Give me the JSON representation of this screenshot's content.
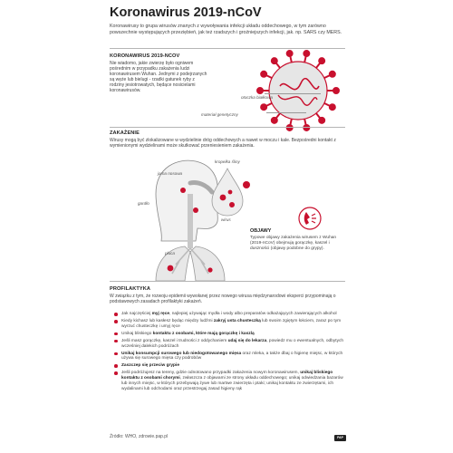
{
  "title": "Koronawirus 2019-nCoV",
  "intro": "Koronawirusy to grupa wirusów znanych z wywoływania infekcji układu oddechowego, w tym zarówno powszechnie występujących przeziębień, jak też rzadszych i groźniejszych infekcji, jak. np. SARS czy MERS.",
  "virus_section": {
    "heading": "KORONAWIRUS 2019-NCOV",
    "body": "Nie wiadomo, jakie zwierzę było ogniwem pośrednim w przypadku zakażenia ludzi koronawirusem Wuhan. Jednymi z podejrzanych są węże lub bielugi - rzadki gatunek ryby z rodziny jesiotrowatych, będące nosicielami koronawirusów.",
    "label_envelope": "otoczka białkowa",
    "label_genetic": "materiał genetyczny"
  },
  "infection_section": {
    "heading": "ZAKAŻENIE",
    "body": "Wirusy mogą być zlokalizowane w wydzielinie dróg oddechowych a nawet w moczu i kale. Bezpośredni kontakt z wymienionymi wydzielinami może skutkować przeniesieniem zakażenia.",
    "label_droplet": "kropelka śliny",
    "label_nasal": "jama nosowa",
    "label_throat": "gardło",
    "label_virus": "wirus",
    "label_lungs": "płuca"
  },
  "symptoms": {
    "heading": "OBJAWY",
    "body": "Typowe objawy zakażenia wirusem z Wuhan (2019-nCoV) obejmują gorączkę, kaszel i duszności (objawy podobne do grypy)."
  },
  "prevention": {
    "heading": "PROFILAKTYKA",
    "intro": "W związku z tym, że rozwoju epidemii wywołanej przez nowego wirusa międzynarodowi eksperci przypominają o podstawowych zasadach profilaktyki zakażeń.",
    "items": [
      {
        "pre": "Jak najczęściej ",
        "bold": "myj ręce",
        "post": ", najlepiej używając mydła i wody albo preparatów odkażających zawierających alkohol"
      },
      {
        "pre": "Kiedy kichasz lub kasłesz będąc między ludźmi ",
        "bold": "zakryj usta chusteczką",
        "post": " lub swoim zgiętym łokciem, zaraz po tym wyrzuć chusteczkę i umyj ręce"
      },
      {
        "pre": "Unikaj bliskiego ",
        "bold": "kontaktu z osobami, które mają gorączkę i kaszlą",
        "post": ""
      },
      {
        "pre": "Jeśli masz gorączkę, kaszel i trudności z oddychaniem ",
        "bold": "udaj się do lekarza",
        "post": ", powiedz mu o ewentualnych, odbytych wcześniej dalekich podróżach"
      },
      {
        "pre": "",
        "bold": "Unikaj konsumpcji surowego lub niedogotowanego mięsa",
        "post": " oraz mleka, a także dbaj o higienę miejsc, w których używa się surowego mięsa czy podrobów"
      },
      {
        "pre": "",
        "bold": "Zaszczep się przeciw grypie",
        "post": ""
      },
      {
        "pre": "Jeśli podróżujesz na tereny, gdzie odnotowano przypadki zakażenia nowym koronawirusem, ",
        "bold": "unikaj bliskiego kontaktu z osobami chorymi",
        "post": ", zwłaszcza z objawami ze strony układu oddechowego; unikaj odwiedzania bazarów lub innych miejsc, w których przebywają żywe lub martwe zwierzęta i ptaki; unikaj kontaktu ze zwierzętami, ich wydalinami lub odchodami oraz przestrzegaj zasad higieny rąk"
      }
    ]
  },
  "source": "Źródło: WHO, zdrowie.pap.pl",
  "logo_text": "PAP",
  "colors": {
    "accent": "#c8102e",
    "virus_gray": "#e6e6e6",
    "dark": "#222222"
  }
}
